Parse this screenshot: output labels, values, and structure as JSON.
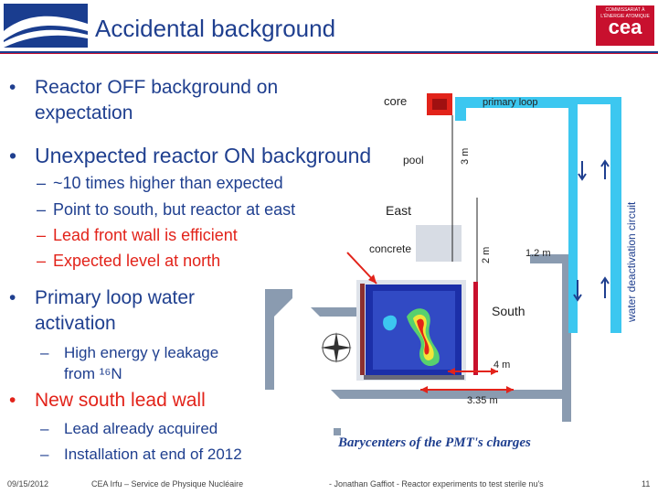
{
  "header": {
    "title": "Accidental background",
    "right_logo_text": "cea",
    "right_logo_small": "COMMISSARIAT À L'ÉNERGIE ATOMIQUE"
  },
  "bullets": {
    "b1_line1": "Reactor OFF background on",
    "b1_line2": "expectation",
    "b2": "Unexpected reactor ON background",
    "b2_sub1": "~10 times higher than expected",
    "b2_sub2": "Point to south, but reactor at east",
    "b2_sub3": "Lead front wall is efficient",
    "b2_sub4": "Expected level at north",
    "b3_line1": "Primary loop water",
    "b3_line2": "activation",
    "b3_sub1_line1": "High energy γ leakage",
    "b3_sub1_line2": "from ¹⁶N",
    "b4": "New south lead wall",
    "b4_sub1": "Lead already acquired",
    "b4_sub2": "Installation at end of 2012",
    "dash": "–",
    "dot": "•"
  },
  "figure": {
    "core": "core",
    "primary_loop": "primary loop",
    "pool": "pool",
    "dim_3m": "3 m",
    "east": "East",
    "concrete": "concrete",
    "dim_2m": "2 m",
    "dim_1_2m": "1.2 m",
    "south": "South",
    "dim_4m": "4 m",
    "dim_3_35m": "3.35 m",
    "water_deactivation": "water deactivation circuit",
    "caption": "Barycenters of the PMT's charges"
  },
  "colors": {
    "title_blue": "#1f3f8f",
    "red": "#e2231a",
    "loop_cyan": "#3cc7f0",
    "wall_gray": "#8a9bb0"
  },
  "footer": {
    "date": "09/15/2012",
    "org": "CEA Irfu – Service de Physique Nucléaire",
    "talk": "- Jonathan Gaffiot - Reactor experiments to test sterile nu's",
    "page": "11"
  }
}
